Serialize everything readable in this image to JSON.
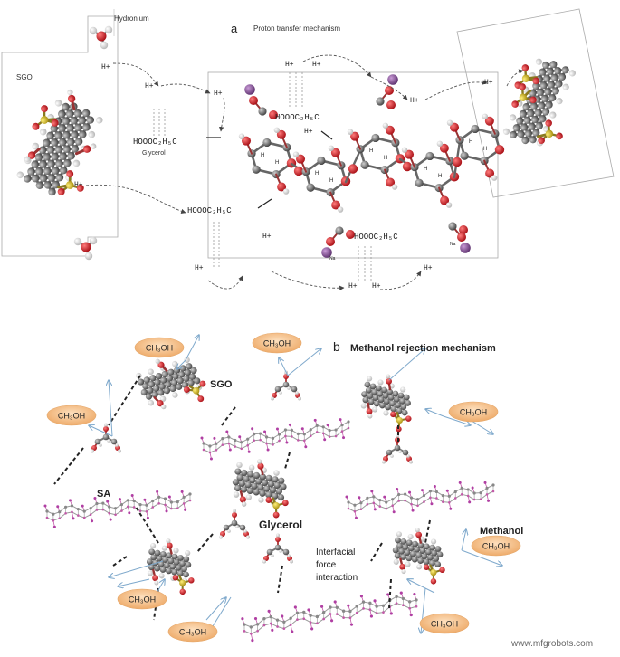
{
  "panel_a": {
    "label": "a",
    "title": "Proton transfer mechanism",
    "hydronium_label": "Hydronium",
    "sgo_label": "SGO",
    "proton_label": "H+",
    "glycerol_label": "Glycerol",
    "glycerol_formula": "HOOOC₂H₅C",
    "ring_h_label": "H",
    "na_label": "Na"
  },
  "panel_b": {
    "label": "b",
    "title": "Methanol rejection mechanism",
    "sgo_label": "SGO",
    "sa_label": "SA",
    "glycerol_label": "Glycerol",
    "methanol_label": "Methanol",
    "interfacial_label_lines": [
      "Interfacial",
      "force",
      "interaction"
    ],
    "methanol_badge": "CH₃OH"
  },
  "watermark": "www.mfgrobots.com",
  "colors": {
    "carbon": "#5c5c5c",
    "oxygen": "#c8161e",
    "sulfur": "#c9b321",
    "hydrogen": "#eaeaea",
    "sodium": "#7f4c8c",
    "badge_fill": "#f5c28c",
    "arrow_blue": "#7fa9cc",
    "sa_pink": "#b03fa3"
  }
}
